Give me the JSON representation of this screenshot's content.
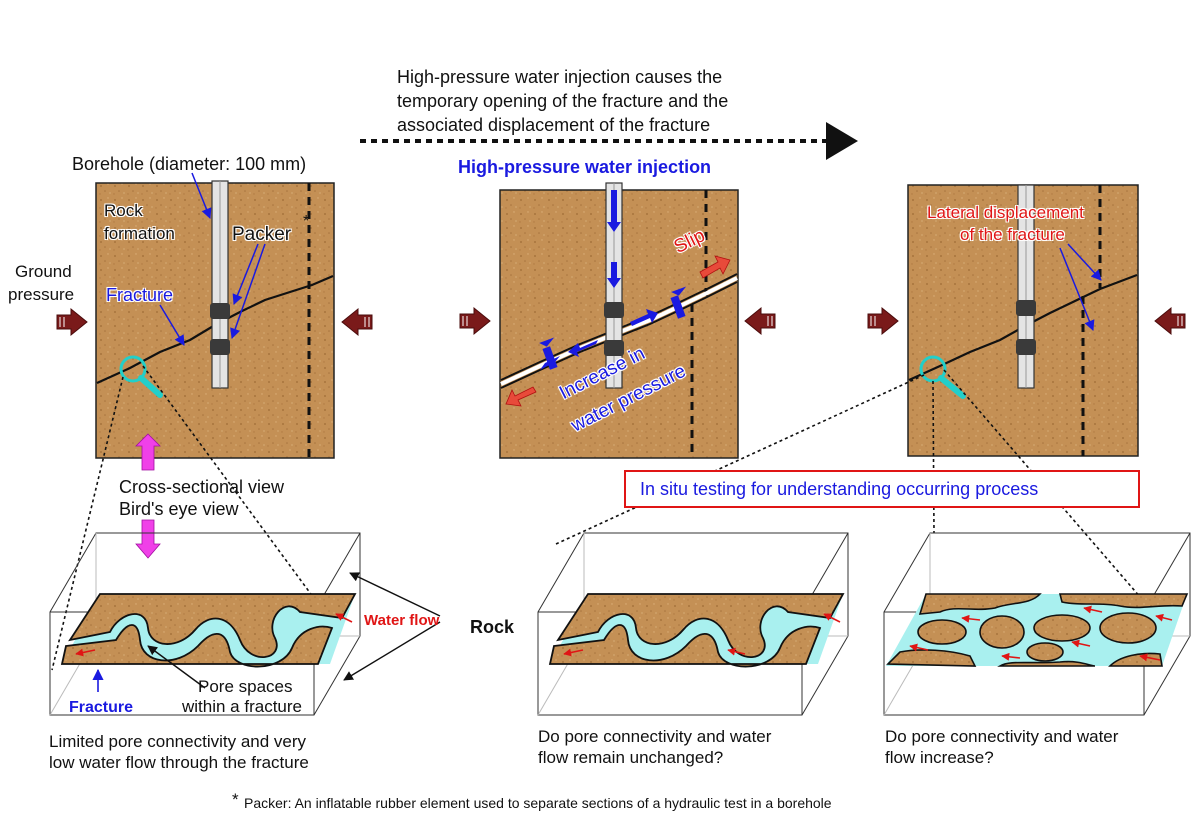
{
  "header": {
    "line1": "High-pressure water injection causes the",
    "line2": "temporary opening of the fracture and the",
    "line3": "associated displacement of the fracture"
  },
  "panel1": {
    "borehole_label": "Borehole (diameter: 100 mm)",
    "rock_line1": "Rock",
    "rock_line2": "formation",
    "packer_label": "Packer",
    "packer_mark": "*",
    "ground_line1": "Ground",
    "ground_line2": "pressure",
    "fracture_label": "Fracture"
  },
  "panel2": {
    "injection_label": "High-pressure water injection",
    "slip_label": "Slip",
    "increase_line1": "Increase in",
    "increase_line2": "water pressure"
  },
  "panel3": {
    "lateral_line1": "Lateral displacement",
    "lateral_line2": "of the fracture"
  },
  "views": {
    "cross_section": "Cross-sectional view",
    "birds_eye": "Bird's eye view"
  },
  "insitu_label": "In situ testing for understanding occurring process",
  "block1": {
    "water_flow_label": "Water flow",
    "rock_label": "Rock",
    "fracture_label": "Fracture",
    "pore_line1": "Pore spaces",
    "pore_line2": "within a fracture"
  },
  "captions": {
    "left_line1": "Limited pore connectivity and very",
    "left_line2": "low water flow through the fracture",
    "mid_line1": "Do pore connectivity and water",
    "mid_line2": "flow remain unchanged?",
    "right_line1": "Do pore connectivity and water",
    "right_line2": "flow increase?"
  },
  "footnote": {
    "mark": "*",
    "text": "Packer: An inflatable rubber element used to separate sections of a hydraulic test in a borehole"
  },
  "colors": {
    "rock": "#c49055",
    "water": "#a9f0ef",
    "label_blue": "#1a1ae0",
    "label_red": "#e01515",
    "pressure_arrow": "#7a1a1a",
    "magenta_arrow": "#f040e8",
    "magnifier": "#22cfc9"
  }
}
